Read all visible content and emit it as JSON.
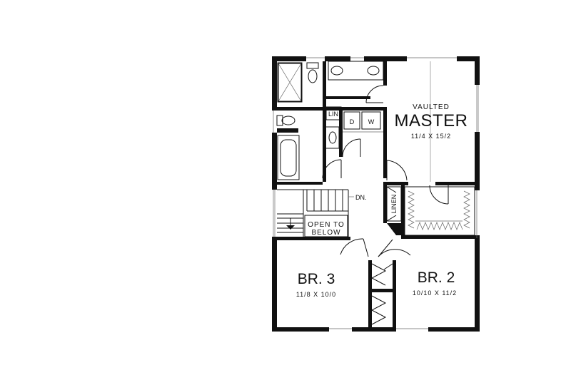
{
  "plan": {
    "rooms": {
      "master": {
        "qualifier": "VAULTED",
        "name": "MASTER",
        "size": "11/4 X 15/2"
      },
      "br2": {
        "name": "BR. 2",
        "size": "10/10 X 11/2"
      },
      "br3": {
        "name": "BR. 3",
        "size": "11/8 X 10/0"
      }
    },
    "labels": {
      "lin": "LIN",
      "dryer": "D",
      "washer": "W",
      "linen": "LINEN",
      "down": "DN.",
      "open_line1": "OPEN TO",
      "open_line2": "BELOW"
    }
  }
}
